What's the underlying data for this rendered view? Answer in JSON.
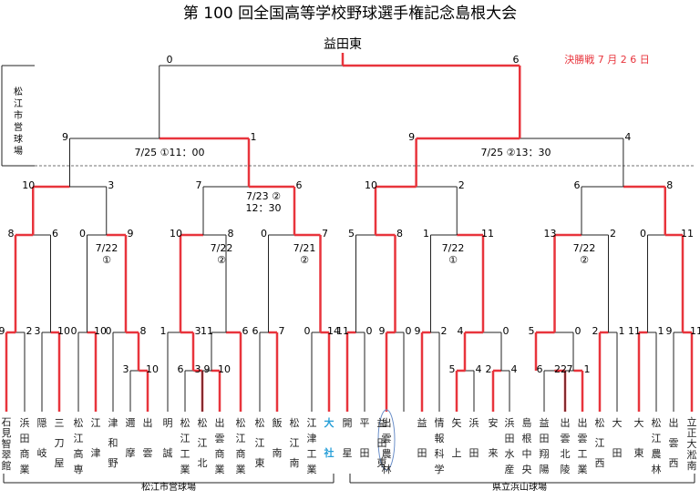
{
  "title": "第 100 回全国高等学校野球選手権記念島根大会",
  "champion": "益田東",
  "final": {
    "left_score": "0",
    "right_score": "6",
    "date_label": "決勝戦 7 月 2 6 日"
  },
  "venue_left_vertical": "松江市営球場",
  "venue_bottom_left": "松江市営球場",
  "venue_bottom_right": "県立浜山球場",
  "semi_notes": {
    "left": "7/25 ①11：00",
    "right": "7/25 ②13：30"
  },
  "round_notes": {
    "r2_left": [
      "7/22",
      "①"
    ],
    "r2_mid": [
      "7/22",
      "②"
    ],
    "r2_right": [
      "7/21",
      "②"
    ],
    "r3": [
      "7/23 ②",
      "12：30"
    ],
    "r2_r1": [
      "7/22",
      "①"
    ],
    "r2_r2": [
      "7/22",
      "②"
    ]
  },
  "teams": [
    {
      "name": "石見智翠館",
      "color": "#222222"
    },
    {
      "name": "浜田商業",
      "color": "#222222"
    },
    {
      "name": "隠岐",
      "color": "#222222"
    },
    {
      "name": "三刀屋",
      "color": "#222222"
    },
    {
      "name": "松江高専",
      "color": "#222222"
    },
    {
      "name": "江津",
      "color": "#222222"
    },
    {
      "name": "津和野",
      "color": "#222222"
    },
    {
      "name": "邇摩",
      "color": "#222222"
    },
    {
      "name": "出雲",
      "color": "#222222"
    },
    {
      "name": "明誠",
      "color": "#222222"
    },
    {
      "name": "松江工業",
      "color": "#222222"
    },
    {
      "name": "松江北",
      "color": "#222222"
    },
    {
      "name": "出雲商業",
      "color": "#222222"
    },
    {
      "name": "松江商業",
      "color": "#222222"
    },
    {
      "name": "松江東",
      "color": "#222222"
    },
    {
      "name": "飯南",
      "color": "#222222"
    },
    {
      "name": "松江南",
      "color": "#222222"
    },
    {
      "name": "江津工業",
      "color": "#222222"
    },
    {
      "name": "大社",
      "color": "#2aa0d8"
    },
    {
      "name": "開星",
      "color": "#222222"
    },
    {
      "name": "平田",
      "color": "#222222"
    },
    {
      "name": "益田東",
      "color": "#222222"
    },
    {
      "name": "出雲農林",
      "color": "#222222"
    },
    {
      "name": "益田",
      "color": "#222222"
    },
    {
      "name": "情報科学",
      "color": "#222222"
    },
    {
      "name": "矢上",
      "color": "#222222"
    },
    {
      "name": "浜田",
      "color": "#222222"
    },
    {
      "name": "安来",
      "color": "#222222"
    },
    {
      "name": "浜田水産",
      "color": "#222222"
    },
    {
      "name": "島根中央",
      "color": "#222222"
    },
    {
      "name": "益田翔陽",
      "color": "#222222"
    },
    {
      "name": "出雲北陵",
      "color": "#222222"
    },
    {
      "name": "出雲工業",
      "color": "#222222"
    },
    {
      "name": "松江西",
      "color": "#222222"
    },
    {
      "name": "大田",
      "color": "#222222"
    },
    {
      "name": "大東",
      "color": "#222222"
    },
    {
      "name": "松江農林",
      "color": "#222222"
    },
    {
      "name": "出雲西",
      "color": "#222222"
    },
    {
      "name": "立正大淞南",
      "color": "#222222"
    }
  ],
  "scores": {
    "r1": [
      "3",
      "10",
      "6",
      "9",
      "3",
      "10",
      "5",
      "4",
      "2",
      "4",
      "6",
      "7",
      "22",
      "1"
    ],
    "r2": [
      "9",
      "2",
      "3",
      "10",
      "0",
      "10",
      "0",
      "8",
      "1",
      "3",
      "11",
      "6",
      "6",
      "7",
      "0",
      "14",
      "11",
      "0",
      "9",
      "0",
      "9",
      "2",
      "4",
      "0",
      "5",
      "0",
      "2",
      "1",
      "11",
      "1",
      "9",
      "11"
    ],
    "r3": [
      "8",
      "6",
      "0",
      "9",
      "10",
      "8",
      "0",
      "7",
      "5",
      "8",
      "1",
      "11",
      "13",
      "2",
      "0",
      "11"
    ],
    "qf": [
      "10",
      "3",
      "7",
      "6",
      "10",
      "2",
      "6",
      "8"
    ],
    "sf": [
      "9",
      "1",
      "9",
      "4"
    ]
  },
  "colors": {
    "winner": "#e8343c",
    "loser": "#222222",
    "accent": "#e8343c"
  }
}
